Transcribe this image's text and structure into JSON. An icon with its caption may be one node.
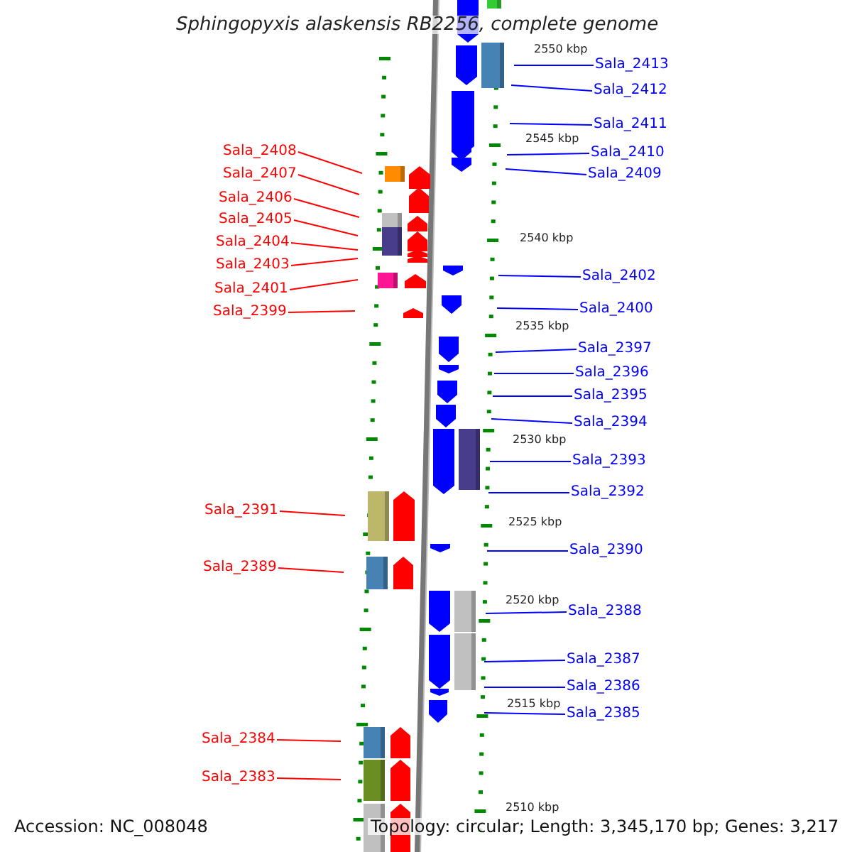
{
  "diagram": {
    "title": "Sphingopyxis alaskensis RB2256, complete genome",
    "nodes": [
      {
        "text": [
          "Sala_2408"
        ]
      },
      {
        "text": [
          "Sala_2407"
        ]
      },
      {
        "text": [
          "Sala_2406"
        ]
      },
      {
        "text": [
          "Sala_2405"
        ]
      },
      {
        "text": [
          "Sala_2404"
        ]
      },
      {
        "text": [
          "Sala_2403"
        ]
      },
      {
        "text": [
          "Sala_2401"
        ]
      },
      {
        "text": [
          "Sala_2399"
        ]
      },
      {
        "text": [
          "Sala_2391"
        ]
      },
      {
        "text": [
          "Sala_2389"
        ]
      },
      {
        "text": [
          "Sala_2384"
        ]
      },
      {
        "text": [
          "Sala_2383"
        ]
      },
      {
        "text": [
          "Sala_2413"
        ]
      },
      {
        "text": [
          "Sala_2412"
        ]
      },
      {
        "text": [
          "Sala_2411"
        ]
      },
      {
        "text": [
          "Sala_2410"
        ]
      },
      {
        "text": [
          "Sala_2409"
        ]
      },
      {
        "text": [
          "Sala_2402"
        ]
      },
      {
        "text": [
          "Sala_2400"
        ]
      },
      {
        "text": [
          "Sala_2397"
        ]
      },
      {
        "text": [
          "Sala_2396"
        ]
      },
      {
        "text": [
          "Sala_2395"
        ]
      },
      {
        "text": [
          "Sala_2394"
        ]
      },
      {
        "text": [
          "Sala_2393"
        ]
      },
      {
        "text": [
          "Sala_2392"
        ]
      },
      {
        "text": [
          "Sala_2390"
        ]
      },
      {
        "text": [
          "Sala_2388"
        ]
      },
      {
        "text": [
          "Sala_2387"
        ]
      },
      {
        "text": [
          "Sala_2386"
        ]
      },
      {
        "text": [
          "Sala_2385"
        ]
      }
    ],
    "edges": [
      {
        "from": 0,
        "to": null,
        "arrow": "none",
        "color": "#ff0000"
      },
      {
        "from": 1,
        "to": null,
        "arrow": "none",
        "color": "#ff0000"
      },
      {
        "from": 2,
        "to": null,
        "arrow": "none",
        "color": "#ff0000"
      },
      {
        "from": 3,
        "to": null,
        "arrow": "none",
        "color": "#ff0000"
      },
      {
        "from": 4,
        "to": null,
        "arrow": "none",
        "color": "#ff0000"
      },
      {
        "from": 5,
        "to": null,
        "arrow": "none",
        "color": "#ff0000"
      },
      {
        "from": 6,
        "to": null,
        "arrow": "none",
        "color": "#ff0000"
      },
      {
        "from": 7,
        "to": null,
        "arrow": "none",
        "color": "#ff0000"
      },
      {
        "from": 8,
        "to": null,
        "arrow": "none",
        "color": "#ff0000"
      },
      {
        "from": 9,
        "to": null,
        "arrow": "none",
        "color": "#ff0000"
      },
      {
        "from": 10,
        "to": null,
        "arrow": "none",
        "color": "#ff0000"
      },
      {
        "from": 11,
        "to": null,
        "arrow": "none",
        "color": "#ff0000"
      },
      {
        "from": 12,
        "to": null,
        "arrow": "none"
      },
      {
        "from": 13,
        "to": null,
        "arrow": "none"
      },
      {
        "from": 14,
        "to": null,
        "arrow": "none"
      },
      {
        "from": 15,
        "to": null,
        "arrow": "none"
      },
      {
        "from": 16,
        "to": null,
        "arrow": "none"
      },
      {
        "from": 17,
        "to": null,
        "arrow": "none"
      },
      {
        "from": 18,
        "to": null,
        "arrow": "none"
      },
      {
        "from": 19,
        "to": null,
        "arrow": "none"
      },
      {
        "from": 20,
        "to": null,
        "arrow": "none"
      },
      {
        "from": 21,
        "to": null,
        "arrow": "none"
      },
      {
        "from": 22,
        "to": null,
        "arrow": "none"
      },
      {
        "from": 23,
        "to": null,
        "arrow": "none"
      },
      {
        "from": 24,
        "to": null,
        "arrow": "none"
      },
      {
        "from": 25,
        "to": null,
        "arrow": "none"
      },
      {
        "from": 26,
        "to": null,
        "arrow": "none"
      },
      {
        "from": 27,
        "to": null,
        "arrow": "none"
      },
      {
        "from": 28,
        "to": null,
        "arrow": "none"
      },
      {
        "from": 29,
        "to": null,
        "arrow": "none"
      }
    ],
    "labels": [
      "2550 kbp",
      "2545 kbp",
      "2540 kbp",
      "2535 kbp",
      "2530 kbp",
      "2525 kbp",
      "2520 kbp",
      "2515 kbp",
      "2510 kbp",
      "Accession: NC_008048",
      "Topology: circular; Length: 3,345,170 bp; Genes: 3,217"
    ]
  }
}
